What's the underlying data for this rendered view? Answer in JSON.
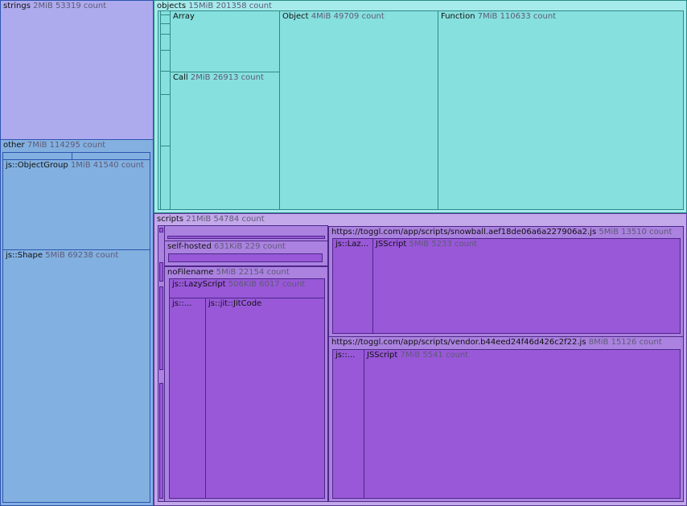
{
  "groups": {
    "strings": {
      "name": "strings",
      "size": "2MiB",
      "count": "53319 count"
    },
    "other": {
      "name": "other",
      "size": "7MiB",
      "count": "114295 count"
    },
    "objects": {
      "name": "objects",
      "size": "15MiB",
      "count": "201358 count"
    },
    "scripts": {
      "name": "scripts",
      "size": "21MiB",
      "count": "54784 count"
    }
  },
  "other_items": {
    "object_group": {
      "name": "js::ObjectGroup",
      "size": "1MiB",
      "count": "41540 count"
    },
    "shape": {
      "name": "js::Shape",
      "size": "5MiB",
      "count": "69238 count"
    }
  },
  "object_items": {
    "array": {
      "name": "Array"
    },
    "call": {
      "name": "Call",
      "size": "2MiB",
      "count": "26913 count"
    },
    "object": {
      "name": "Object",
      "size": "4MiB",
      "count": "49709 count"
    },
    "function": {
      "name": "Function",
      "size": "7MiB",
      "count": "110633 count"
    }
  },
  "script_items": {
    "self_hosted": {
      "name": "self-hosted",
      "size": "631KiB",
      "count": "229 count"
    },
    "nofilename": {
      "name": "noFilename",
      "size": "5MiB",
      "count": "22154 count"
    },
    "lazyscript": {
      "name": "js::LazyScript",
      "size": "506KiB",
      "count": "6017 count"
    },
    "js_trunc": {
      "name": "js::..."
    },
    "jitcode": {
      "name": "js::jit::JitCode"
    },
    "snowball": {
      "name": "https://toggl.com/app/scripts/snowball.aef18de06a6a227906a2.js",
      "size": "5MiB",
      "count": "13510 count"
    },
    "snowball_lazy": {
      "name": "js::Laz..."
    },
    "snowball_jsscript": {
      "name": "JSScript",
      "size": "5MiB",
      "count": "5233 count"
    },
    "vendor": {
      "name": "https://toggl.com/app/scripts/vendor.b44eed24f46d426c2f22.js",
      "size": "8MiB",
      "count": "15126 count"
    },
    "vendor_js": {
      "name": "js::..."
    },
    "vendor_jsscript": {
      "name": "JSScript",
      "size": "7MiB",
      "count": "5541 count"
    }
  }
}
